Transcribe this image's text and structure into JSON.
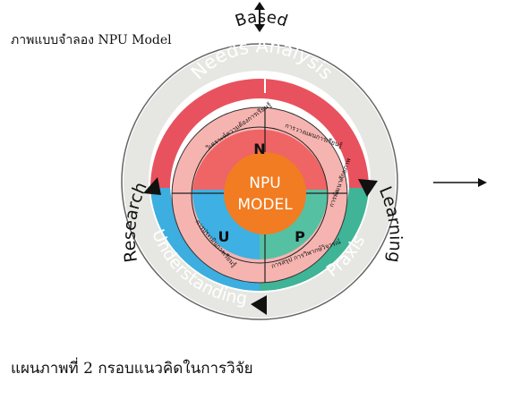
{
  "caption_top": "ภาพแบบจำลอง NPU Model",
  "caption_bottom": "แผนภาพที่ 2  กรอบแนวคิดในการวิจัย",
  "outer_labels": {
    "top": "Based",
    "left": "Research",
    "right": "Learning"
  },
  "band_labels": {
    "needs": "Needs Analysis",
    "understanding": "Understanding",
    "praxis": "Praxis"
  },
  "quadrant_letters": {
    "n": "N",
    "p": "P",
    "u": "U"
  },
  "quadrant_texts": {
    "top_left": "วิเคราะห์ความต้องการเรียนรู้",
    "top_right": "การวางแผนการเรียนรู้",
    "bottom_left": "การประเมินการเรียนรู้",
    "bottom_right_1": "การพัฒนาศักยภาพ",
    "bottom_right_2": "การสรุป การวิพากษ์วิจารณ์"
  },
  "center": {
    "line1": "NPU",
    "line2": "MODEL"
  },
  "colors": {
    "outer_ring": "#e6e6e2",
    "needs_band": "#e8525e",
    "understanding_band": "#3daee0",
    "praxis_band": "#3fb497",
    "inner_pink": "#f6b4b0",
    "quad_red": "#ef6464",
    "quad_blue": "#3eb0e3",
    "quad_green": "#56c0a3",
    "center": "#f27c21",
    "arrow_dark": "#111111"
  }
}
